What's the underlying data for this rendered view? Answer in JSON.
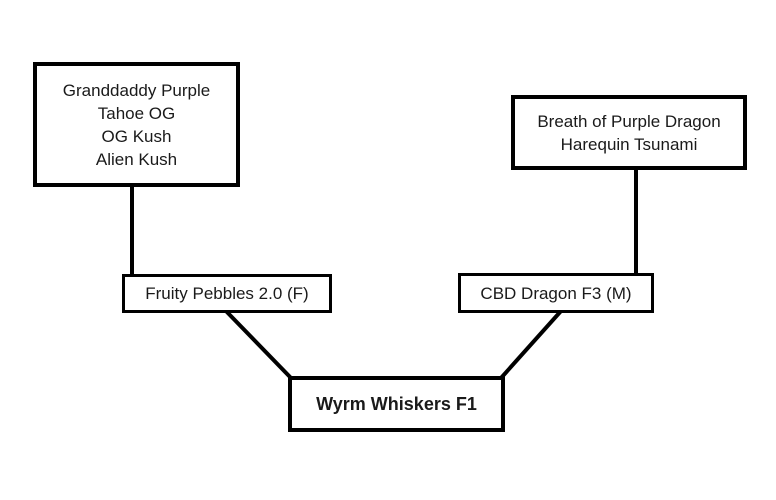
{
  "diagram": {
    "colors": {
      "background": "#ffffff",
      "line": "#000000",
      "text": "#1a1a1a"
    },
    "nodes": {
      "left_grandparents": {
        "lines": [
          "Granddaddy Purple",
          "Tahoe OG",
          "OG Kush",
          "Alien Kush"
        ]
      },
      "right_grandparents": {
        "lines": [
          "Breath of Purple Dragon",
          "Harequin Tsunami"
        ]
      },
      "mother": {
        "label": "Fruity Pebbles 2.0 (F)"
      },
      "father": {
        "label": "CBD Dragon F3 (M)"
      },
      "offspring": {
        "label": "Wyrm Whiskers F1"
      }
    }
  }
}
